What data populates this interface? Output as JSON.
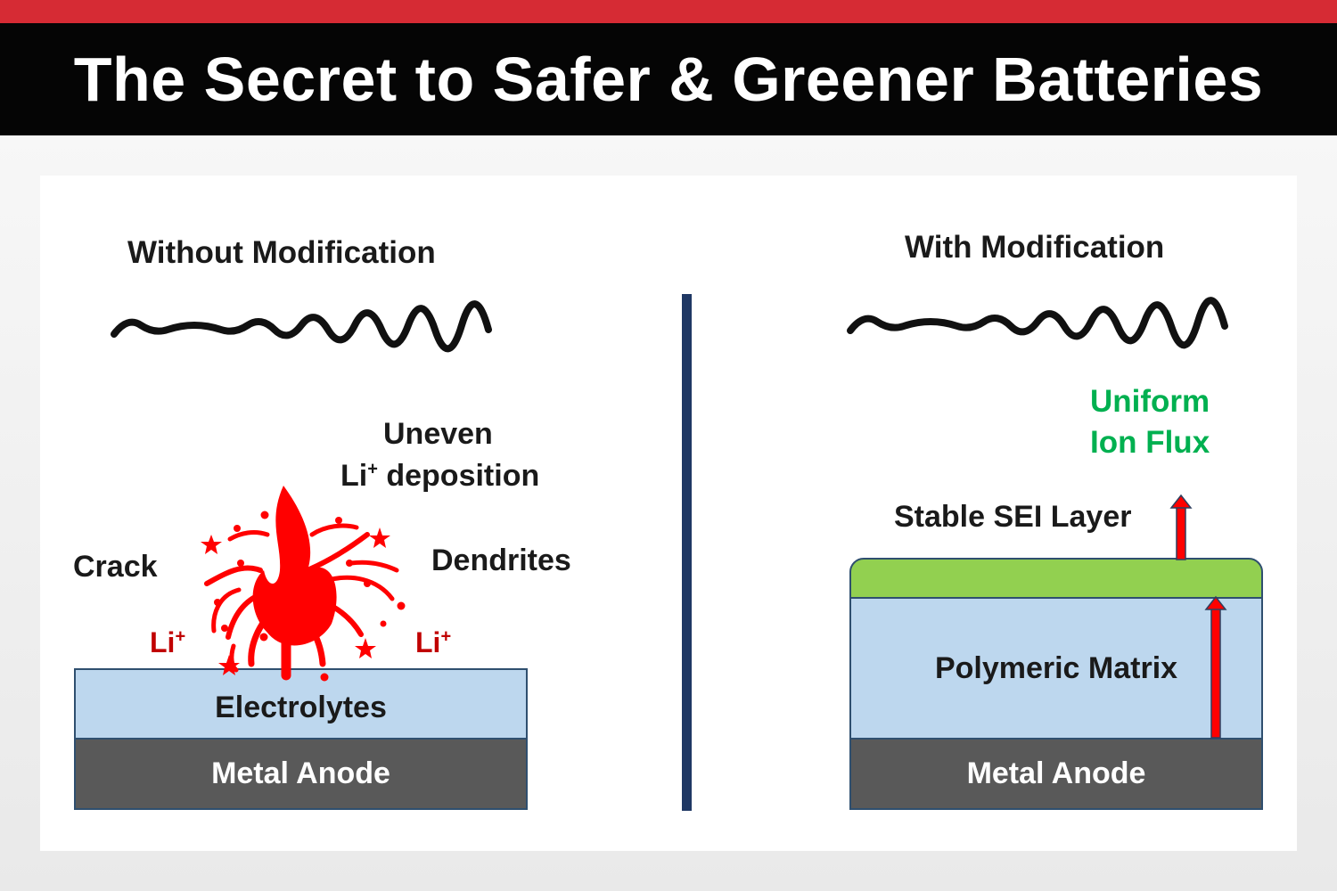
{
  "header": {
    "title": "The Secret to Safer & Greener Batteries"
  },
  "left": {
    "heading": "Without Modification",
    "uneven_line1": "Uneven",
    "uneven_line2_prefix": "Li",
    "uneven_line2_sup": "+",
    "uneven_line2_suffix": " deposition",
    "crack": "Crack",
    "dendrites": "Dendrites",
    "li_left_base": "Li",
    "li_left_sup": "+",
    "li_right_base": "Li",
    "li_right_sup": "+",
    "electrolytes": "Electrolytes",
    "anode": "Metal Anode"
  },
  "right": {
    "heading": "With Modification",
    "flux_line1": "Uniform",
    "flux_line2": "Ion Flux",
    "sei": "Stable SEI Layer",
    "matrix": "Polymeric Matrix",
    "anode": "Metal Anode"
  },
  "colors": {
    "accent_red": "#d62b34",
    "electrolyte_blue": "#bdd7ee",
    "anode_gray": "#595959",
    "sei_green": "#92d050",
    "flux_green": "#00b050",
    "divider_navy": "#1f3864",
    "dendrite_red": "#ff0000"
  },
  "icons": [
    "wave-icon",
    "dendrite-burst-icon",
    "star-icon",
    "up-arrow-icon"
  ]
}
